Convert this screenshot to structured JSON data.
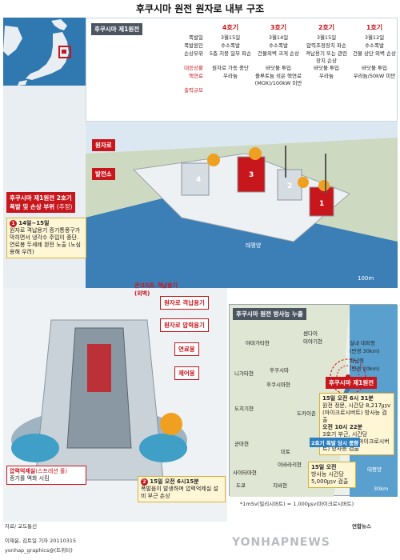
{
  "title": "후쿠시마 원전 원자로 내부 구조",
  "infobox": {
    "heading": "후쿠시마 제1원전",
    "columns": [
      "4호기",
      "3호기",
      "2호기",
      "1호기"
    ],
    "rows": [
      {
        "label": "폭발일",
        "values": [
          "3월15일",
          "3월14일",
          "3월15일",
          "3월12일"
        ]
      },
      {
        "label": "폭발원인",
        "values": [
          "수소폭발",
          "수소폭발",
          "압력조정장치 파손",
          "수소폭발"
        ]
      },
      {
        "label": "손상부위",
        "values": [
          "5층 지붕 일부 파손",
          "건물외벽 크게 손상",
          "격납용기 또는 관련 장치 손상",
          "건물 상단 외벽 손상"
        ]
      },
      {
        "label": "대응상황",
        "values": [
          "원자로 가동 중단",
          "바닷물 투입",
          "바닷물 투입",
          "바닷물 투입"
        ]
      },
      {
        "label": "핵연료",
        "values": [
          "우라늄",
          "플루토늄 섞은 핵연료 (MOX)/100kW 미만",
          "우라늄",
          "우라늄/50kW 미만"
        ]
      },
      {
        "label": "출력규모",
        "values": [
          "",
          "",
          "",
          ""
        ]
      }
    ]
  },
  "plant": {
    "reactor_label": "원자로",
    "generator_label": "발전소",
    "sea_label": "태평양",
    "scale": "100m",
    "unit_numbers": [
      "4",
      "3",
      "2",
      "1"
    ]
  },
  "damage": {
    "heading": "후쿠시마 제1원전 2호기",
    "subheading": "폭발 및 손상 부위",
    "subnote": "(추정)",
    "note1_time": "14일~15일",
    "note1_text": "원자로 격납용기 증기통풍구가 막히면서 냉각수 주입이 중단. 연료봉 두세례 완전 노출 (노심용해 우려)",
    "note2_time": "15일 오전 6시15분",
    "note2_text": "폭발음이 발생하며 압력억제실 설비 부근 손상",
    "containment": "콘크리트 격납용기",
    "containment_sub": "(외벽)",
    "vessel_containment": "원자로 격납용기",
    "pressure_vessel": "원자로 압력용기",
    "fuel_rod": "연료봉",
    "control_rod": "제어봉",
    "suppression": "압력억제실",
    "suppression_sub": "(스프레션 풀)",
    "suppression_desc": "증기를 액화 시킴",
    "num1": "1",
    "num2": "2"
  },
  "radmap": {
    "heading": "후쿠시마 원전 방사능 누출",
    "cities": [
      "센다이",
      "미야기현",
      "야마가타현",
      "후쿠시마",
      "후쿠시마현",
      "니가타현",
      "도치기현",
      "도카이촌",
      "미토",
      "이바라키현",
      "사이타마현",
      "도쿄",
      "지바현",
      "군마현"
    ],
    "evac_indoor": "실내 대피령",
    "evac_indoor_range": "(반경 30km)",
    "evac": "피난령",
    "evac_range": "(반경 20km)",
    "plant_label": "후쿠시마 제1원전",
    "n1_time": "15일 오전 6시 31분",
    "n1_text": "원전 정문, 시간당 8,217㎲v (마이크로시버트) 방사능 검출",
    "n2_time": "오전 10시 22분",
    "n2_text": "3호기 부근, 시간당 400,000㎲v (마이크로시버트) 방사능 검출",
    "n3_time": "15일 오전",
    "n3_text": "방사능 시간당 5,000㎲v 검출",
    "explosion_note": "2호기 폭발 당시 풍향",
    "sea": "태평양",
    "scale": "30km",
    "unit_note": "*1mSv(밀리시버트) = 1,000㎲v(마이크로시버트)"
  },
  "footer": {
    "source": "자료/ 교도통신",
    "author": "이재윤, 김토일 기자 20110315",
    "email": "yonhap_graphics@(트위터)",
    "brand": "연합뉴스",
    "watermark": "YONHAPNEWS"
  },
  "colors": {
    "accent": "#c8161d",
    "sea": "#2f78b0",
    "land": "#dfe6d3"
  }
}
